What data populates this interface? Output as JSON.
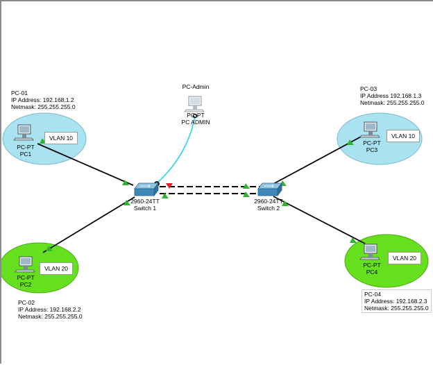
{
  "pcs": {
    "pc01": {
      "info": [
        "PC-01",
        "IP Address: 192.168.1.2",
        "Netmask: 255.255.255.0"
      ],
      "model": "PC-PT",
      "name": "PC1",
      "vlan": "VLAN 10"
    },
    "pc02": {
      "info": [
        "PC-02",
        "IP Address: 192.168.2.2",
        "Netmask: 255.255.255.0"
      ],
      "model": "PC-PT",
      "name": "PC2",
      "vlan": "VLAN 20"
    },
    "pc03": {
      "info": [
        "PC-03",
        "IP Address 192.168.1.3",
        "Netmask: 255.255.255.0"
      ],
      "model": "PC-PT",
      "name": "PC3",
      "vlan": "VLAN 10"
    },
    "pc04": {
      "info": [
        "PC-04",
        "IP Address: 192.168.2.3",
        "Netmask: 255.255.255.0"
      ],
      "model": "PC-PT",
      "name": "PC4",
      "vlan": "VLAN 20"
    },
    "admin": {
      "title": "PC-Admin",
      "model": "PC-PT",
      "name": "PC ADMIN"
    }
  },
  "switches": {
    "sw1": {
      "model": "2960-24TT",
      "name": "Switch 1"
    },
    "sw2": {
      "model": "2960-24TT",
      "name": "Switch 2"
    }
  },
  "colors": {
    "vlan10_zone": "#a9e3f2",
    "vlan20_zone": "#66e01e",
    "link": "#000000",
    "console_link": "#33d6e6",
    "port_up": "#2fb52f",
    "port_blocked": "#e0202a"
  }
}
